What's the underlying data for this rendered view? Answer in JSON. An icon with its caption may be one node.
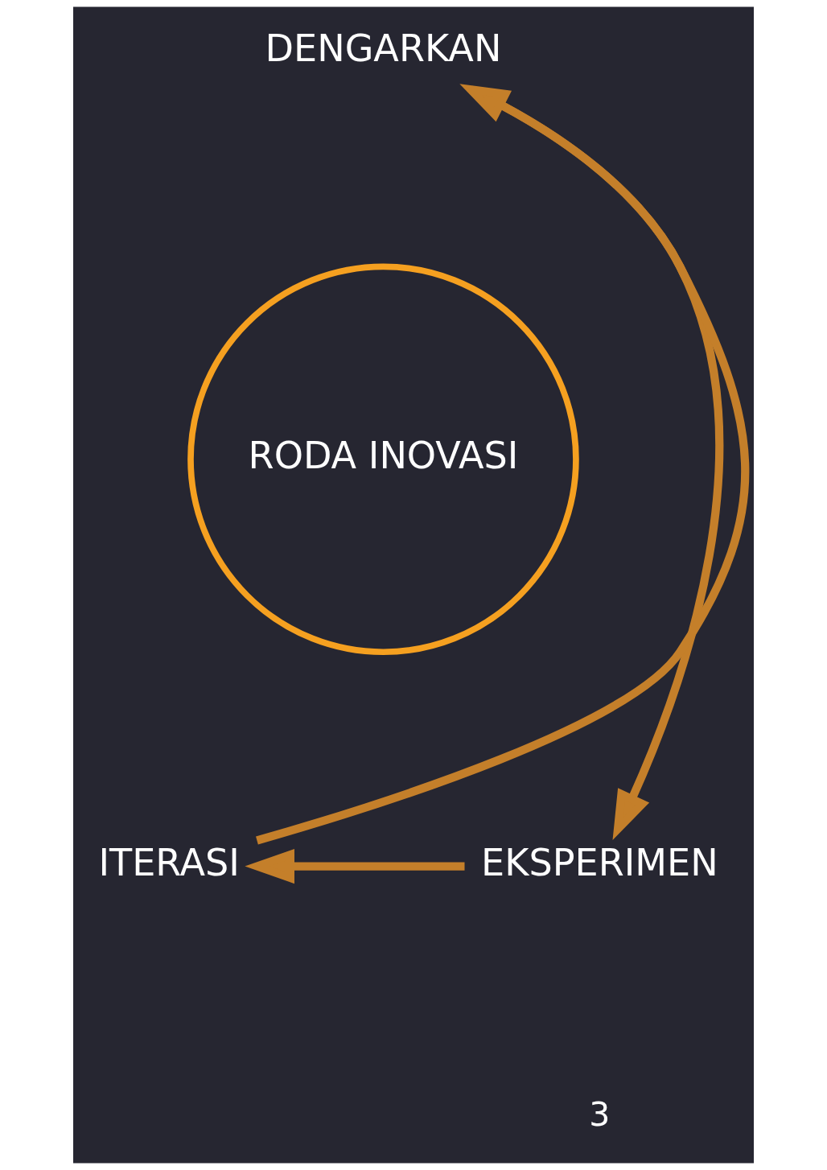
{
  "diagram": {
    "nodes": [
      {
        "text": [
          "DENGARKAN"
        ]
      },
      {
        "text": [
          "RODA INOVASI"
        ]
      },
      {
        "text": [
          "ITERASI"
        ]
      },
      {
        "text": [
          "EKSPERIMEN"
        ]
      }
    ],
    "edges": [
      {
        "from": 0,
        "to": 3,
        "arrow": "to"
      },
      {
        "from": 3,
        "to": 2,
        "arrow": "to"
      },
      {
        "from": 2,
        "to": 0,
        "arrow": "to"
      }
    ],
    "labels": [
      "3"
    ]
  }
}
